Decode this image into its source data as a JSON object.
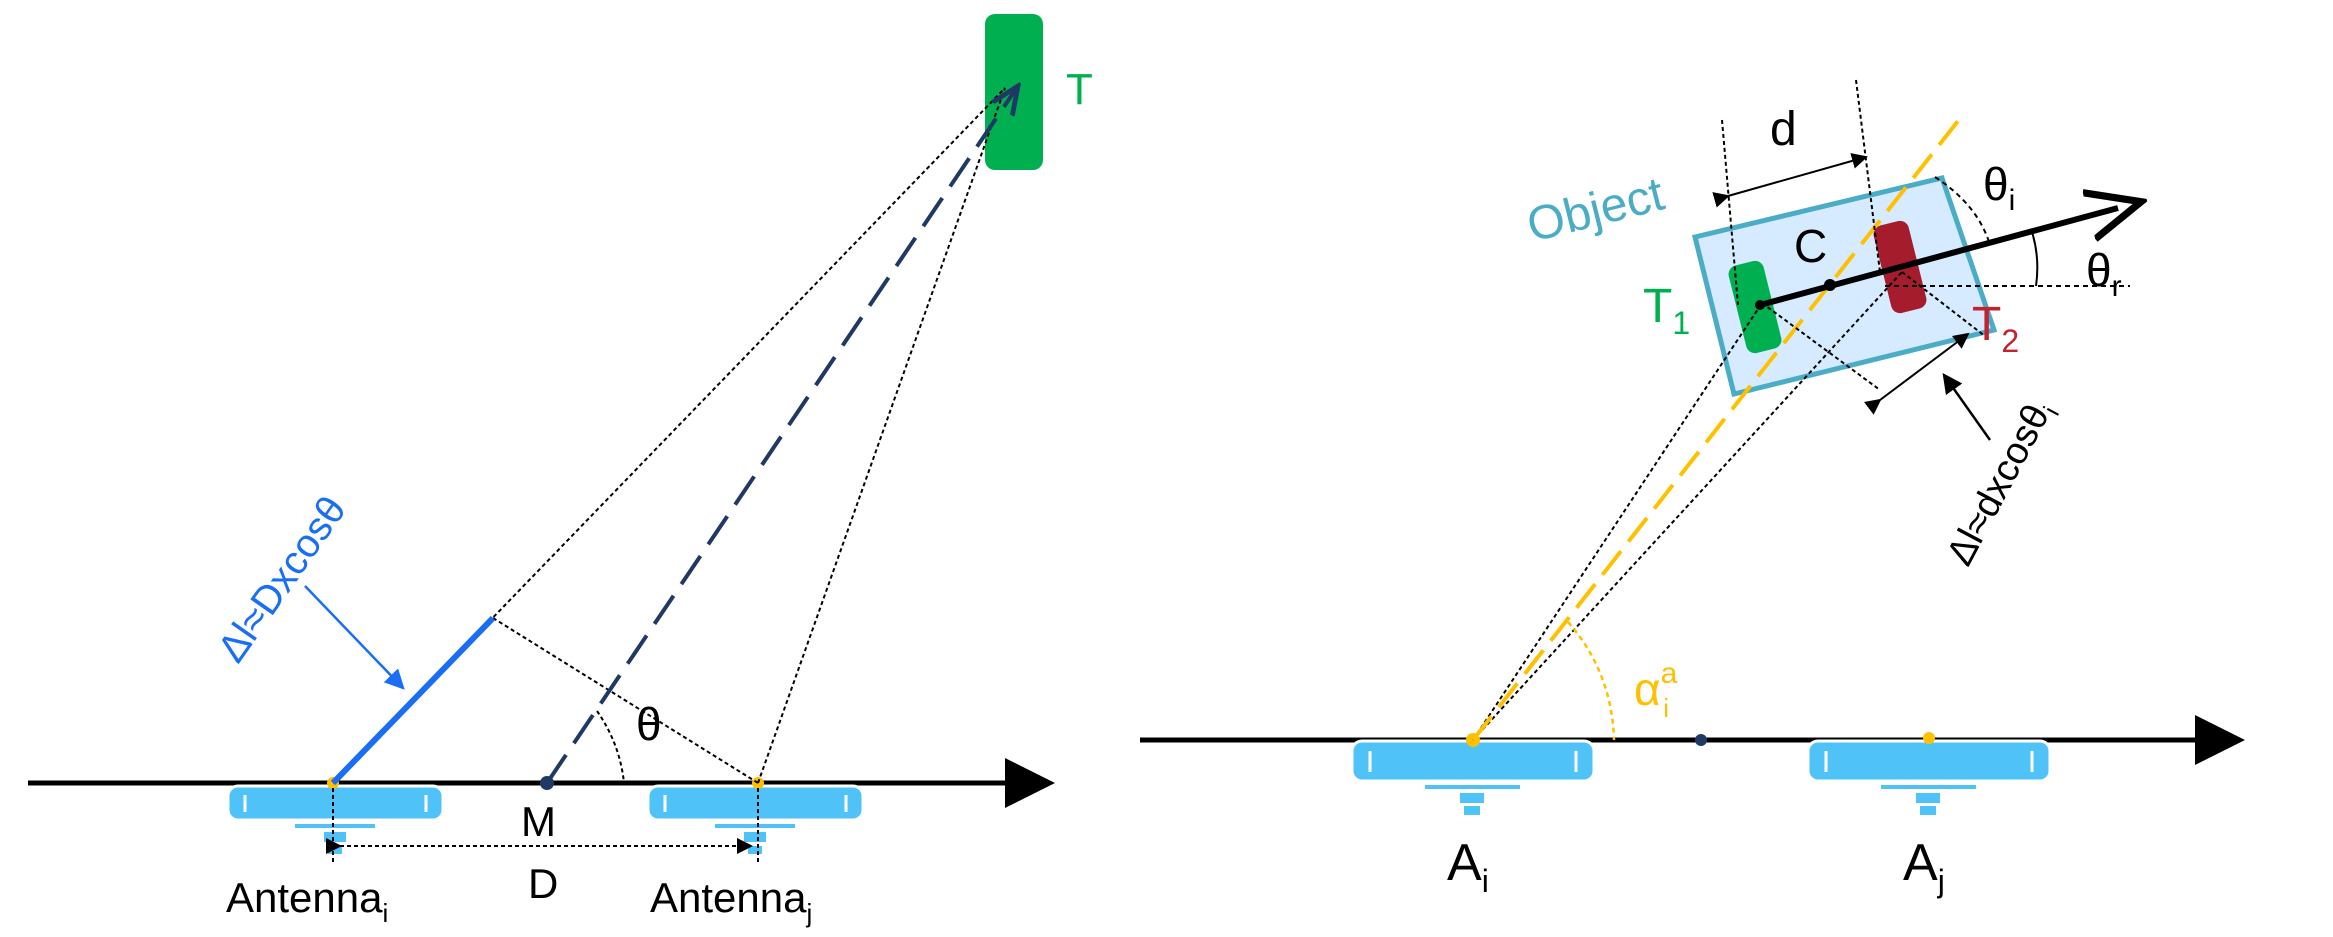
{
  "left_panel": {
    "tag_label": "T",
    "delta_label": "Δl≈Dxcosθ",
    "angle_label": "θ",
    "midpoint_label": "M",
    "distance_label": "D",
    "antenna_i": {
      "base": "Antenna",
      "sub": "i"
    },
    "antenna_j": {
      "base": "Antenna",
      "sub": "j"
    }
  },
  "right_panel": {
    "object_label": "Object",
    "d_label": "d",
    "center_label": "C",
    "tag1": {
      "base": "T",
      "sub": "1"
    },
    "tag2": {
      "base": "T",
      "sub": "2"
    },
    "theta_i": {
      "base": "θ",
      "sub": "i"
    },
    "theta_r": {
      "base": "θ",
      "sub": "r"
    },
    "delta_label": {
      "base": "Δl≈dxcosθ",
      "sub": "i"
    },
    "alpha": {
      "base": "α",
      "sup": "a",
      "supsub": "i"
    },
    "antenna_i": {
      "base": "A",
      "sub": "i"
    },
    "antenna_j": {
      "base": "A",
      "sub": "j"
    }
  },
  "colors": {
    "tag_green": "#00b050",
    "tag_red": "#a51d2d",
    "antenna_blue": "#4fc3f7",
    "delta_blue": "#1a6ef5",
    "dash_navy": "#1f3864",
    "orange": "#ffc000",
    "object_blue": "#4bacc6",
    "object_fill": "#d6ebff",
    "black": "#000000"
  }
}
